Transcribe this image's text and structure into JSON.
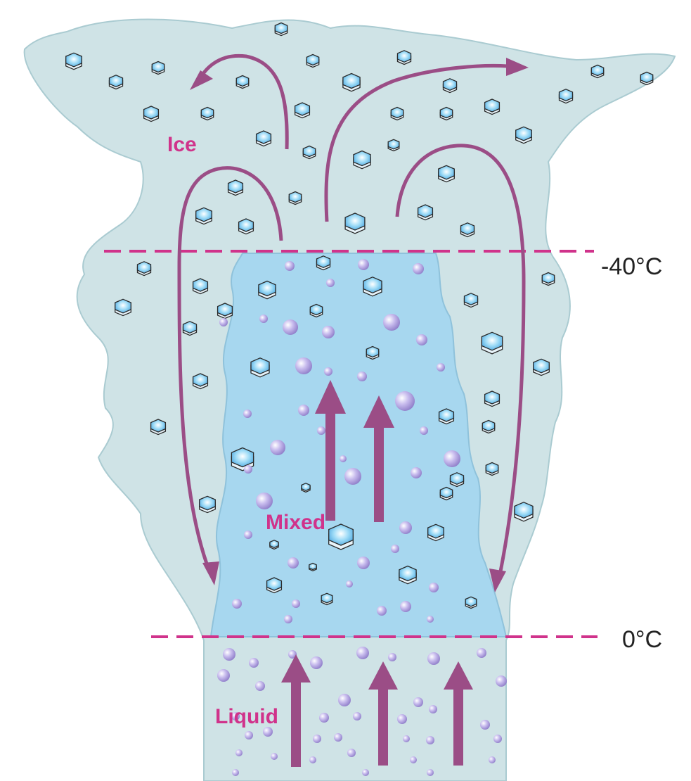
{
  "labels": {
    "ice": "Ice",
    "mixed": "Mixed",
    "liquid": "Liquid"
  },
  "temperatures": {
    "upper": "-40°C",
    "lower": "0°C"
  },
  "colors": {
    "cloud_fill": "#cfe3e6",
    "cloud_edge": "#aacbd1",
    "mixed_fill": "#a7d7ef",
    "mixed_edge": "#8fc2db",
    "arrow": "#9b4d86",
    "label": "#d0338b",
    "dashed_line": "#d0338b",
    "droplet": "#b8a6e0",
    "crystal": "#6fbde8"
  },
  "icons": {
    "ice_crystal": "hexagon-crystal-icon",
    "droplet": "droplet-icon"
  }
}
